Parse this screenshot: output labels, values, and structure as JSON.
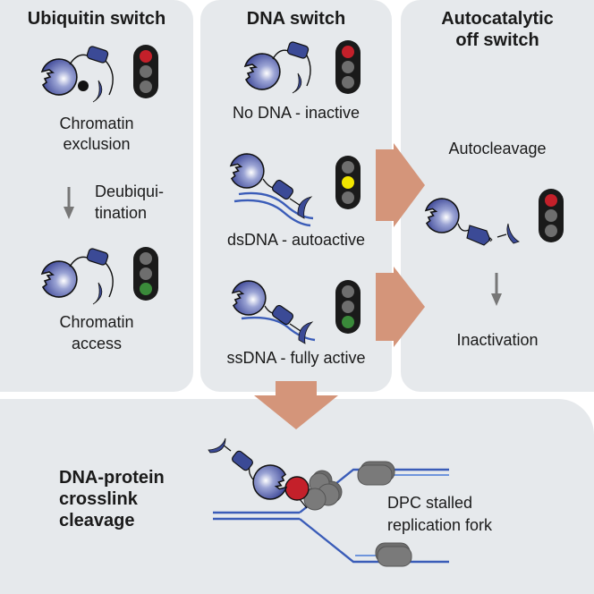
{
  "panels": {
    "ubiquitin": {
      "title": "Ubiquitin switch",
      "state1_label_line1": "Chromatin",
      "state1_label_line2": "exclusion",
      "transition_line1": "Deubiqui-",
      "transition_line2": "tination",
      "state2_label_line1": "Chromatin",
      "state2_label_line2": "access",
      "state1_light": "red",
      "state2_light": "green"
    },
    "dna": {
      "title": "DNA switch",
      "state1_label": "No DNA - inactive",
      "state2_label": "dsDNA - autoactive",
      "state3_label": "ssDNA - fully active",
      "state1_light": "red",
      "state2_light": "yellow",
      "state3_light": "green"
    },
    "autocatalytic": {
      "title_line1": "Autocatalytic",
      "title_line2": "off switch",
      "step1_label": "Autocleavage",
      "step2_label": "Inactivation",
      "light": "red"
    },
    "bottom": {
      "title_line1": "DNA-protein",
      "title_line2": "crosslink",
      "title_line3": "cleavage",
      "fork_label_line1": "DPC stalled",
      "fork_label_line2": "replication fork"
    }
  },
  "colors": {
    "panel_bg": "#e6e9ec",
    "protein_blue": "#3b4a96",
    "dna_blue": "#3a5cb8",
    "arrow_salmon": "#d4957a",
    "light_red": "#c4202a",
    "light_yellow": "#f2e600",
    "light_green": "#3a8a3a",
    "light_off": "#6e6e6e",
    "dpc_red": "#c4202a",
    "helicase_gray": "#7a7a7a"
  }
}
